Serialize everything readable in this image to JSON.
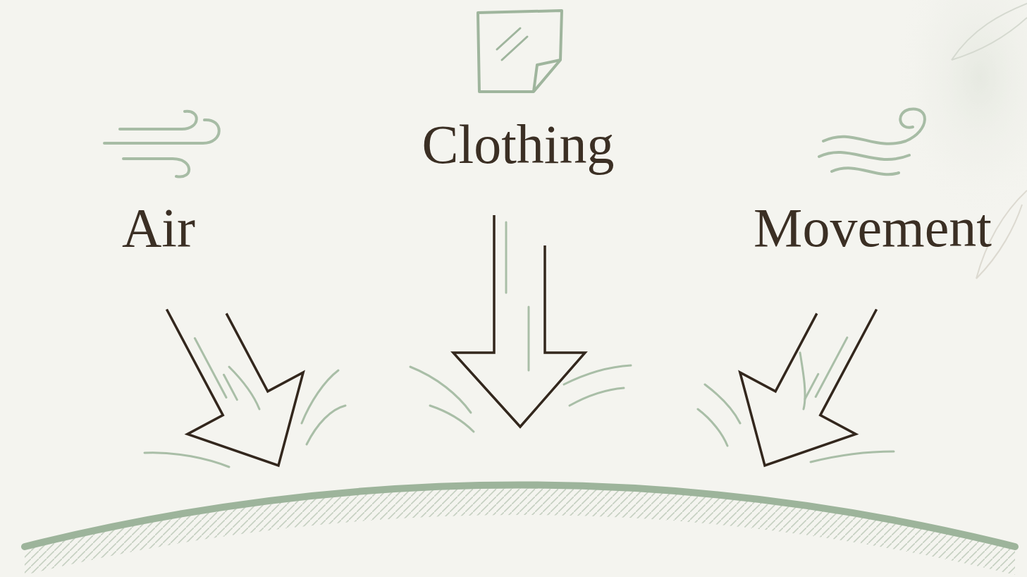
{
  "diagram": {
    "labels": [
      "Air",
      "Clothing",
      "Movement"
    ]
  }
}
